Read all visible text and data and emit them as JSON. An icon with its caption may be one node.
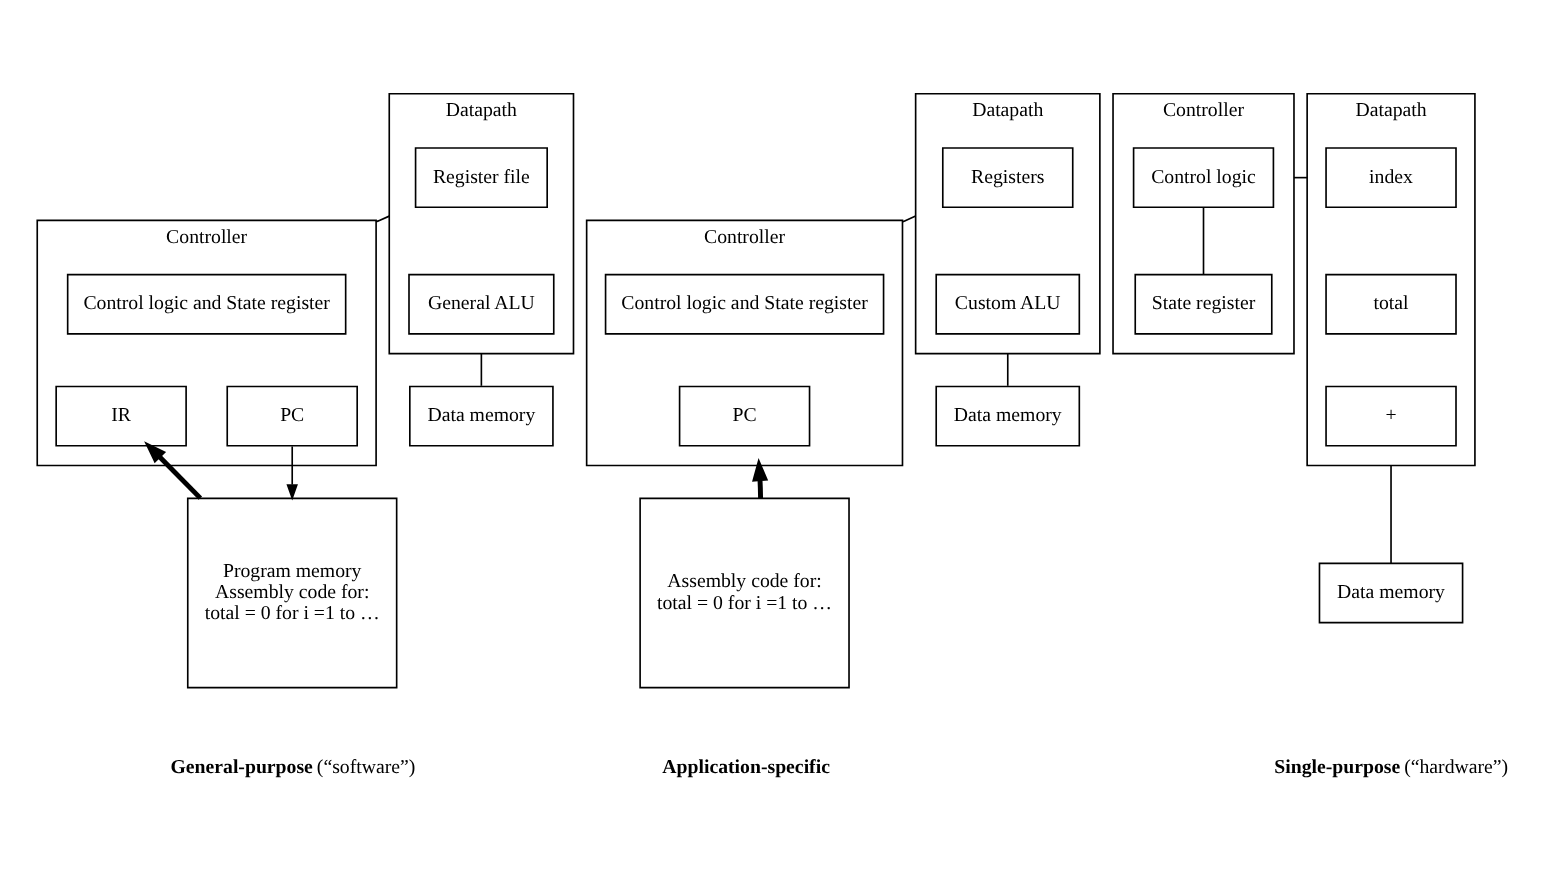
{
  "diagram": {
    "nodes": [
      {
        "text": [
          "Controller"
        ]
      },
      {
        "text": [
          "Control logic and State register"
        ],
        "in": 0
      },
      {
        "text": [
          "IR"
        ],
        "in": 0
      },
      {
        "text": [
          "PC"
        ],
        "in": 0
      },
      {
        "text": [
          "Datapath"
        ]
      },
      {
        "text": [
          "Register file"
        ],
        "in": 4
      },
      {
        "text": [
          "General ALU"
        ],
        "in": 4
      },
      {
        "text": [
          "Program memory",
          "Assembly code for:",
          "total = 0 for i =1 to …"
        ]
      },
      {
        "text": [
          "Data memory"
        ]
      },
      {
        "text": [
          "Controller"
        ]
      },
      {
        "text": [
          "Control logic and State register"
        ],
        "in": 9
      },
      {
        "text": [
          "PC"
        ],
        "in": 9
      },
      {
        "text": [
          "Datapath"
        ]
      },
      {
        "text": [
          "Registers"
        ],
        "in": 12
      },
      {
        "text": [
          "Custom ALU"
        ],
        "in": 12
      },
      {
        "text": [
          "Data memory"
        ]
      },
      {
        "text": [
          "Assembly code for:",
          "total = 0 for i =1 to …"
        ]
      },
      {
        "text": [
          "Controller"
        ]
      },
      {
        "text": [
          "Control logic"
        ],
        "in": 17
      },
      {
        "text": [
          "State register"
        ],
        "in": 17
      },
      {
        "text": [
          "Datapath"
        ]
      },
      {
        "text": [
          "index"
        ],
        "in": 20
      },
      {
        "text": [
          "total"
        ],
        "in": 20
      },
      {
        "text": [
          "+"
        ],
        "in": 20
      },
      {
        "text": [
          "Data memory"
        ]
      }
    ],
    "edges": [
      {
        "from": 7,
        "to": 2,
        "arrow": "to",
        "style": "thick"
      },
      {
        "from": 3,
        "to": 7,
        "arrow": "to"
      },
      {
        "from": 0,
        "to": 4,
        "arrow": "none"
      },
      {
        "from": 4,
        "to": 8,
        "arrow": "none"
      },
      {
        "from": 16,
        "to": 9,
        "arrow": "to",
        "style": "thick"
      },
      {
        "from": 9,
        "to": 12,
        "arrow": "none"
      },
      {
        "from": 12,
        "to": 15,
        "arrow": "none"
      },
      {
        "from": 18,
        "to": 19,
        "arrow": "none"
      },
      {
        "from": 17,
        "to": 20,
        "arrow": "none"
      },
      {
        "from": 20,
        "to": 24,
        "arrow": "none"
      }
    ],
    "labels": [
      "**General-purpose** (“software”)",
      "**Application-specific**",
      "**Single-purpose** (“hardware”)"
    ]
  }
}
